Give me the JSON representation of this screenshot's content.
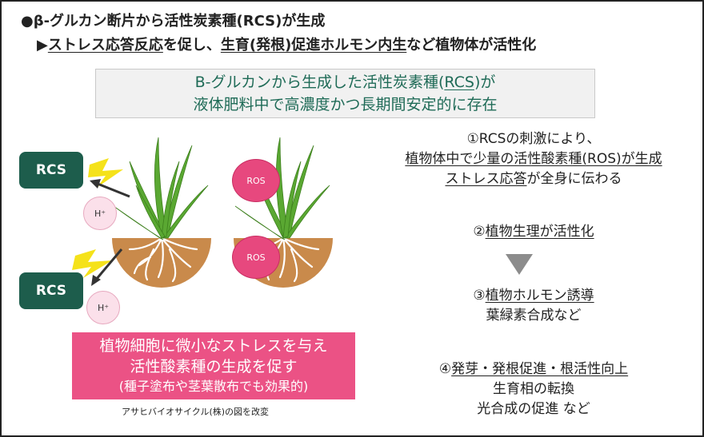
{
  "heading": {
    "line1": "●β‐グルカン断片から活性炭素種(RCS)が生成",
    "line2_prefix": "▶",
    "line2_a": "ストレス応答反応",
    "line2_b": "を促し、",
    "line2_c": "生育(発根)促進ホルモン内生",
    "line2_d": "など植物体が活性化"
  },
  "infobox": {
    "line1_a": "Β‐グルカンから生成した活性炭素種(",
    "line1_b": "RCS",
    "line1_c": ")が",
    "line2": "液体肥料中で高濃度かつ長期間安定的に存在"
  },
  "diagram": {
    "rcs_label": "RCS",
    "h_ion_label": "H⁺",
    "ros_label": "ROS",
    "colors": {
      "rcs_box": "#1d5d4c",
      "ros_circle": "#e7487e",
      "h_ion": "#fbe0ea",
      "soil": "#c98a4b",
      "leaf": "#4f9a2a",
      "bolt": "#f5e21a"
    }
  },
  "pinkbox": {
    "line1": "植物細胞に微小なストレスを与え",
    "line2": "活性酸素種の生成を促す",
    "line3": "(種子塗布や茎葉散布でも効果的)"
  },
  "credit": "アサヒバイオサイクル(株)の図を改変",
  "steps": {
    "s1_line1": "①RCSの刺激により、",
    "s1_line2_a": "植物体中で少量の活性酸素種(ROS)が生成",
    "s1_line3_a": "ストレス応答",
    "s1_line3_b": "が全身に伝わる",
    "s2_prefix": "②",
    "s2_text": "植物生理が活性化",
    "s3_prefix": "③",
    "s3_text": "植物ホルモン誘導",
    "s3_line2": "葉緑素合成など",
    "s4_prefix": "④",
    "s4_text": "発芽・発根促進・根活性向上",
    "s4_line2": "生育相の転換",
    "s4_line3": "光合成の促進 など"
  }
}
